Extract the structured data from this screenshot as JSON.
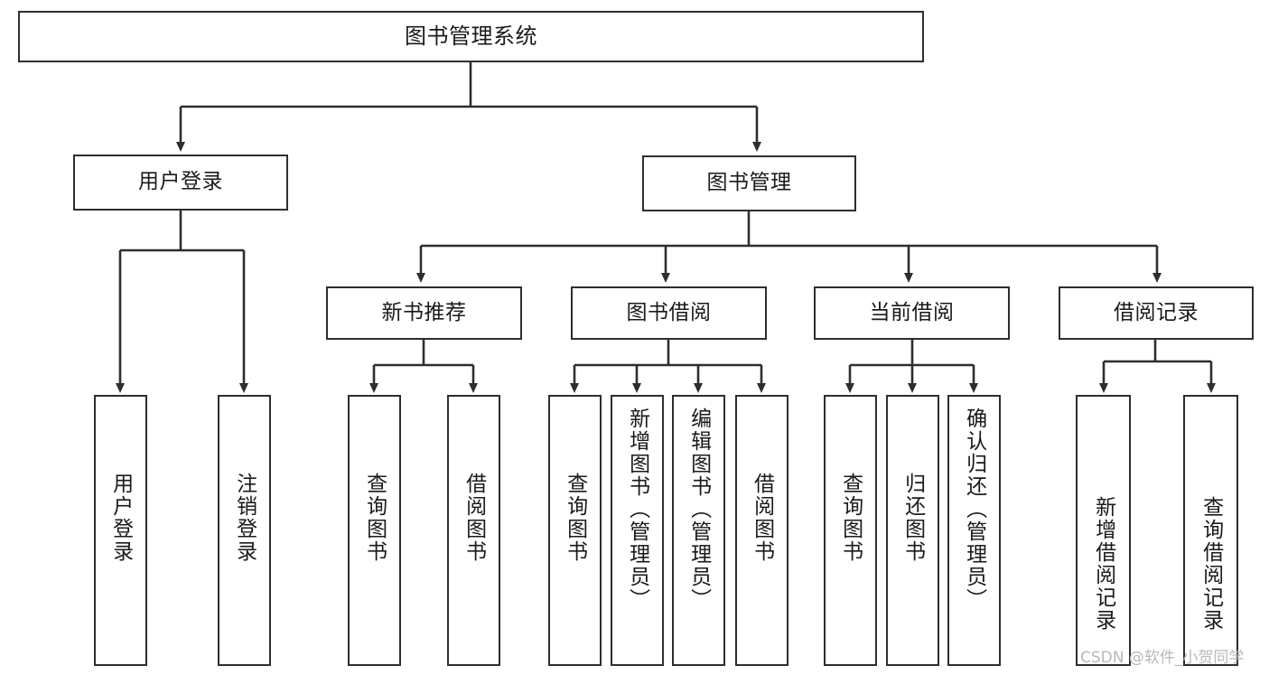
{
  "diagram": {
    "title": "图书管理系统",
    "type": "hierarchy-tree",
    "colors": {
      "border": "#2e2e2e",
      "fill": "#ffffff",
      "text": "#1a1a1a",
      "watermark": "#b8b8b8",
      "background": "#ffffff"
    },
    "levels": {
      "level1": [
        "图书管理系统"
      ],
      "level2": [
        "用户登录",
        "图书管理"
      ],
      "level3": [
        "新书推荐",
        "图书借阅",
        "当前借阅",
        "借阅记录"
      ],
      "level4": [
        "用户登录",
        "注销登录",
        "查询图书",
        "借阅图书",
        "查询图书",
        "新增图书（管理员）",
        "编辑图书（管理员）",
        "借阅图书",
        "查询图书",
        "归还图书",
        "确认归还（管理员）",
        "新增借阅记录",
        "查询借阅记录"
      ]
    },
    "nodes": {
      "root": {
        "label": "图书管理系统"
      },
      "user_login": {
        "label": "用户登录"
      },
      "book_manage": {
        "label": "图书管理"
      },
      "new_book_rec": {
        "label": "新书推荐"
      },
      "book_borrow": {
        "label": "图书借阅"
      },
      "current_borrow": {
        "label": "当前借阅"
      },
      "borrow_record": {
        "label": "借阅记录"
      },
      "leaf_user_login": {
        "label": "用户登录"
      },
      "leaf_logout": {
        "label": "注销登录"
      },
      "leaf_query_book_1": {
        "label": "查询图书"
      },
      "leaf_borrow_book_1": {
        "label": "借阅图书"
      },
      "leaf_query_book_2": {
        "label": "查询图书"
      },
      "leaf_add_book": {
        "label": "新增图书（管理员）"
      },
      "leaf_edit_book": {
        "label": "编辑图书（管理员）"
      },
      "leaf_borrow_book_2": {
        "label": "借阅图书"
      },
      "leaf_query_book_3": {
        "label": "查询图书"
      },
      "leaf_return_book": {
        "label": "归还图书"
      },
      "leaf_confirm_return": {
        "label": "确认归还（管理员）"
      },
      "leaf_add_record": {
        "label": "新增借阅记录"
      },
      "leaf_query_record": {
        "label": "查询借阅记录"
      }
    },
    "watermark": "CSDN @软件_小贺同学"
  }
}
